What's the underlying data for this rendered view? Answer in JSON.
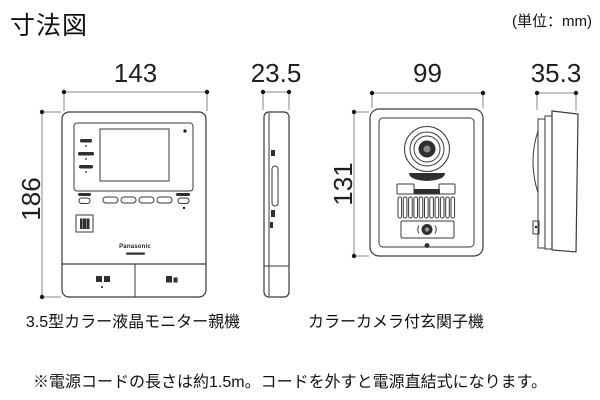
{
  "header": {
    "title": "寸法図",
    "unit_label": "(単位：mm)"
  },
  "monitor": {
    "caption": "3.5型カラー液晶モニター親機",
    "brand_label": "Panasonic",
    "width_mm": "143",
    "height_mm": "186",
    "depth_mm": "23.5"
  },
  "door_station": {
    "caption": "カラーカメラ付玄関子機",
    "width_mm": "99",
    "height_mm": "131",
    "depth_mm": "35.3"
  },
  "footnote": "※電源コードの長さは約1.5m。コードを外すと電源直結式になります。",
  "colors": {
    "background": "#ffffff",
    "object_line": "#3a3a3a",
    "dimension_line": "#8a8a8a",
    "text": "#1c1c1c"
  }
}
